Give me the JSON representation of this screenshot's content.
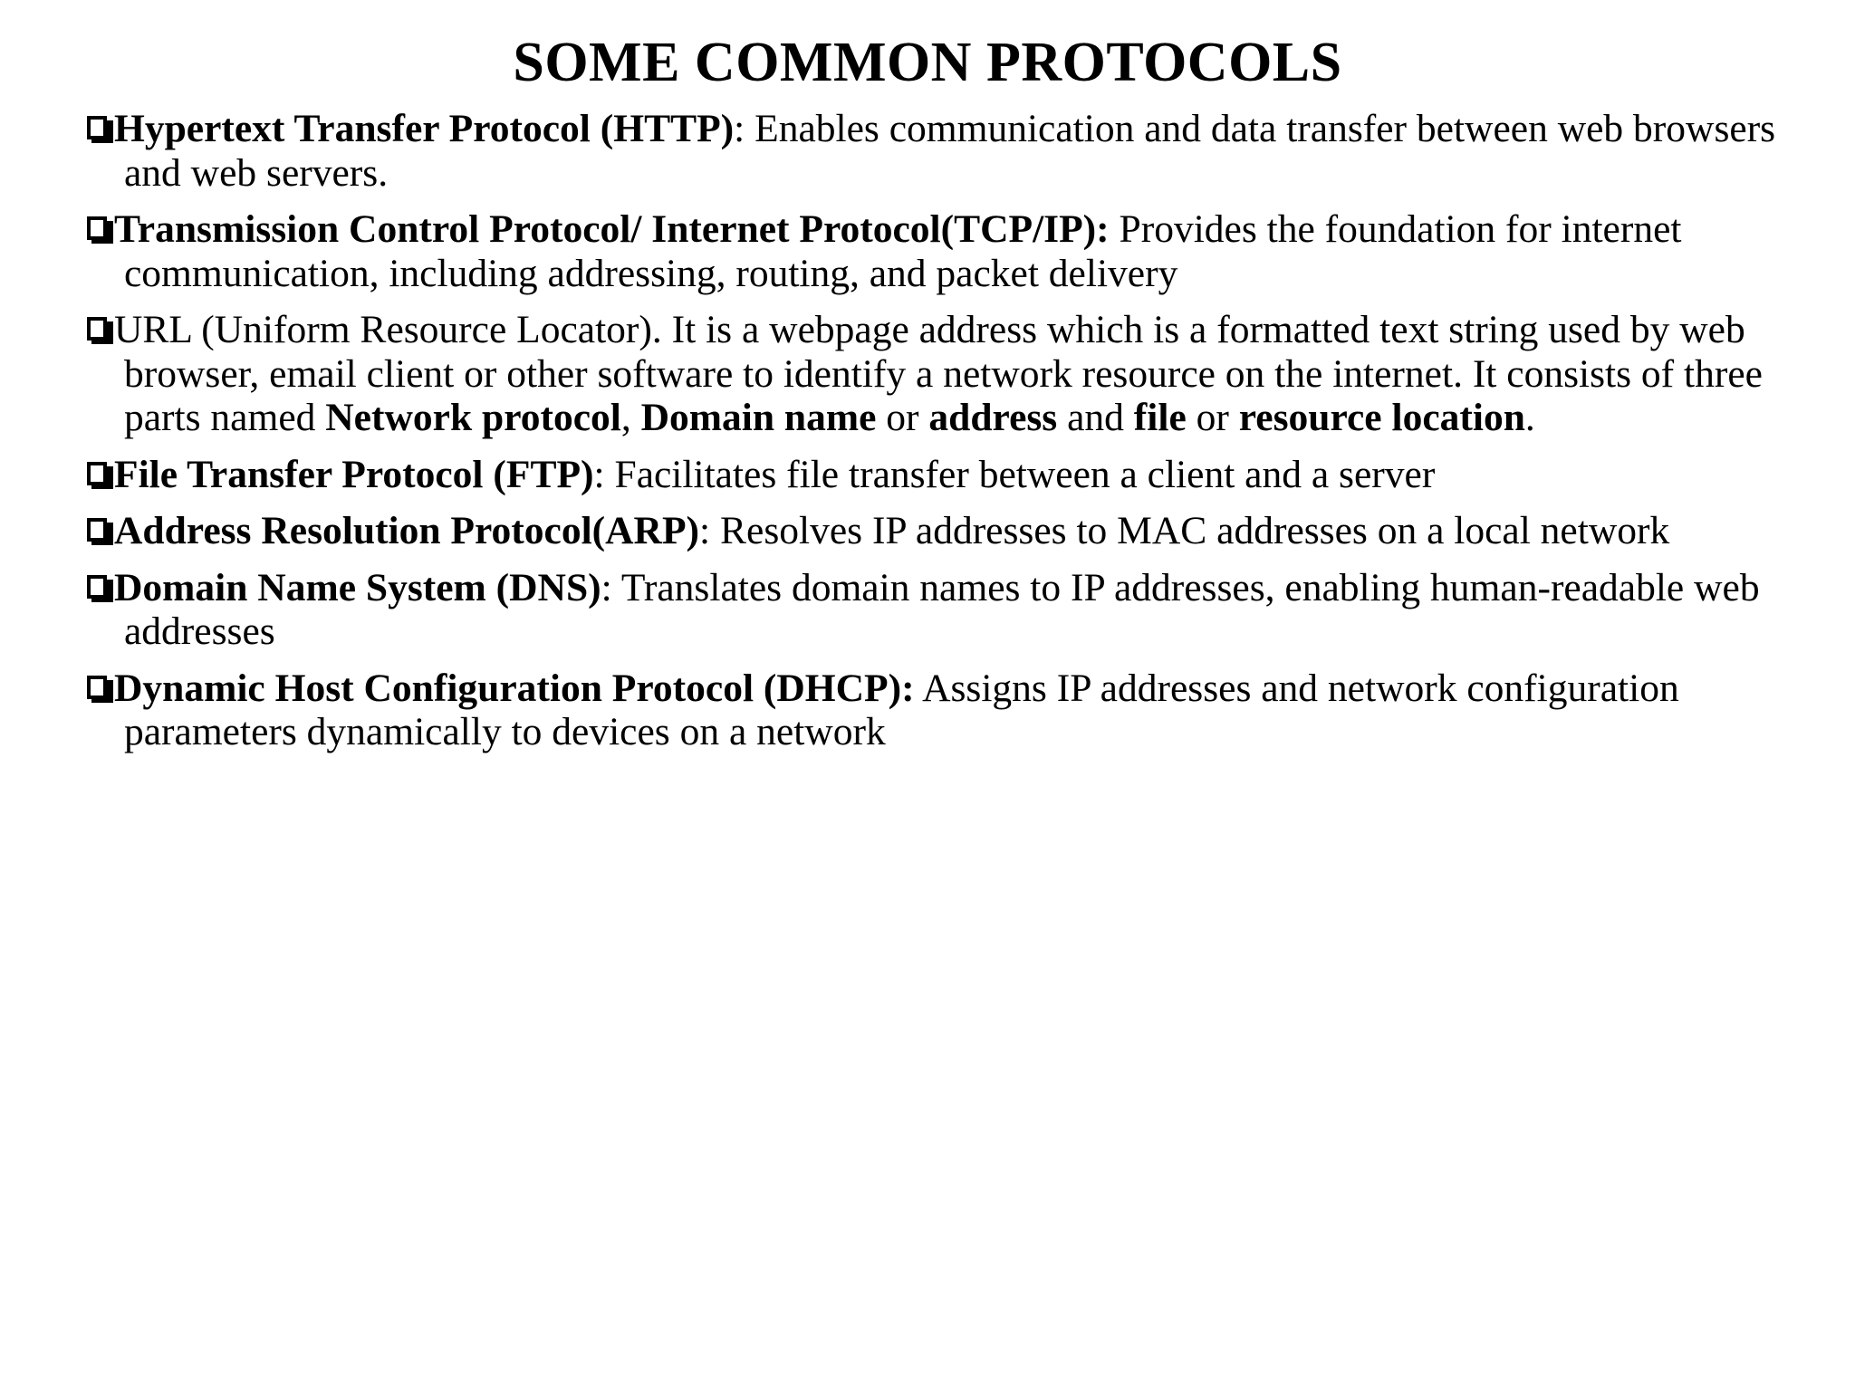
{
  "slide": {
    "title": "SOME COMMON PROTOCOLS",
    "background_color": "#ffffff",
    "text_color": "#000000",
    "bullet_icon": "shadowed-square-bullet"
  },
  "bullets": [
    {
      "id": "http",
      "term": "Hypertext Transfer Protocol (HTTP)",
      "separator": ": ",
      "description": "Enables communication and data transfer between web browsers and web servers."
    },
    {
      "id": "tcp-ip",
      "term": "Transmission Control Protocol/ Internet Protocol(TCP/IP):",
      "separator": " ",
      "description": "Provides the foundation for internet communication, including addressing, routing, and packet delivery"
    },
    {
      "id": "url",
      "term": "",
      "separator": "",
      "description": "URL (Uniform Resource Locator). It is a webpage address which is a formatted text string used by web browser, email client or other software to identify a network resource on the internet. It consists of  three parts named ",
      "inline_runs": [
        {
          "text": "Network protocol",
          "bold": true
        },
        {
          "text": ", ",
          "bold": false
        },
        {
          "text": "Domain name",
          "bold": true
        },
        {
          "text": " or ",
          "bold": false
        },
        {
          "text": "address",
          "bold": true
        },
        {
          "text": " and ",
          "bold": false
        },
        {
          "text": "file",
          "bold": true
        },
        {
          "text": " or ",
          "bold": false
        },
        {
          "text": "resource location",
          "bold": true
        },
        {
          "text": ".",
          "bold": false
        }
      ]
    },
    {
      "id": "ftp",
      "term": "File Transfer Protocol (FTP)",
      "separator": ": ",
      "description": "Facilitates file transfer between a client and a server"
    },
    {
      "id": "arp",
      "term": "Address Resolution Protocol(ARP)",
      "separator": ": ",
      "description": "Resolves IP addresses to MAC addresses on a local network"
    },
    {
      "id": "dns",
      "term": "Domain Name System (DNS)",
      "separator": ": ",
      "description": "Translates domain names to IP addresses, enabling human-readable web addresses"
    },
    {
      "id": "dhcp",
      "term": "Dynamic Host Configuration Protocol (DHCP):",
      "separator": " ",
      "description": "Assigns IP addresses and network configuration parameters dynamically to devices on a network"
    }
  ]
}
